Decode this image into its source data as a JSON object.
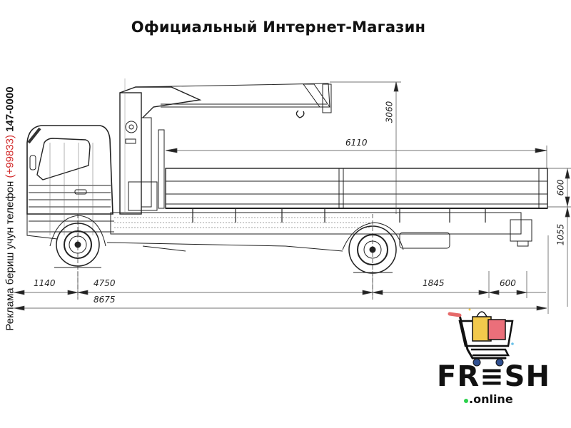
{
  "header": {
    "title": "Официальный Интернет-Магазин"
  },
  "side_banner": {
    "text": "Реклама бериш учун телефон",
    "phone_code": "(+99833)",
    "phone_number": "147-0000"
  },
  "drawing": {
    "subject": "truck-with-crane-side-view",
    "dimensions": {
      "crane_height": "3060",
      "body_length": "6110",
      "side_height": "600",
      "platform_height": "1055",
      "front_overhang": "1140",
      "wheelbase": "4750",
      "overall_length": "8675",
      "rear_axle_to_body": "1845",
      "rear_overhang": "600"
    }
  },
  "logo": {
    "brand": "FR≡SH",
    "suffix": "online",
    "dot_color": "#2bd14b",
    "bag_colors": [
      "#f2c94c",
      "#eb6f7a"
    ],
    "cart_accent": "#e66a6a",
    "wheel_color": "#2f4f8f"
  }
}
